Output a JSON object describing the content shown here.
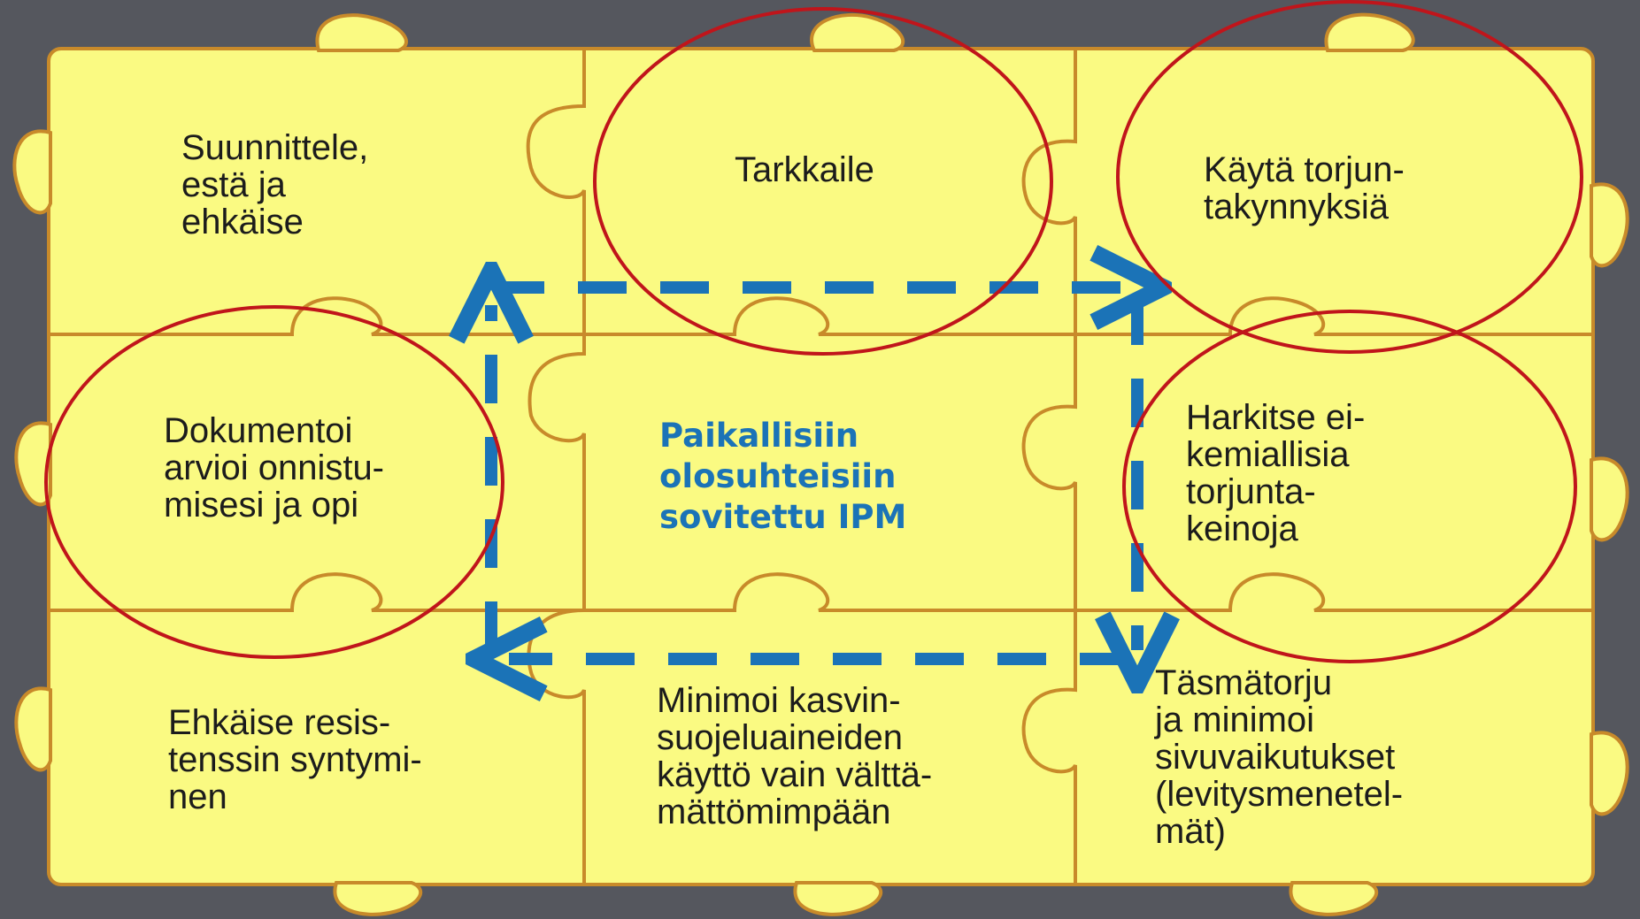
{
  "diagram": {
    "pieces": [
      {
        "id": "plan",
        "lines": [
          "Suunnittele,",
          "estä ja",
          "ehkäise"
        ],
        "circled": false
      },
      {
        "id": "monitor",
        "lines": [
          "Tarkkaile"
        ],
        "circled": true
      },
      {
        "id": "thresholds",
        "lines": [
          "Käytä torjun-",
          "takynnyksiä"
        ],
        "circled": true
      },
      {
        "id": "document",
        "lines": [
          "Dokumentoi",
          "arvioi onnistu-",
          "misesi ja opi"
        ],
        "circled": true
      },
      {
        "id": "center",
        "lines": [
          "Paikallisiin",
          "olosuhteisiin",
          "sovitettu IPM"
        ],
        "circled": false,
        "highlight": true
      },
      {
        "id": "nonchemical",
        "lines": [
          "Harkitse ei-",
          "kemiallisia",
          "torjunta-",
          "keinoja"
        ],
        "circled": true
      },
      {
        "id": "resistance",
        "lines": [
          "Ehkäise resis-",
          "tenssin syntymi-",
          "nen"
        ],
        "circled": false
      },
      {
        "id": "minimize",
        "lines": [
          "Minimoi kasvin-",
          "suojeluaineiden",
          "käyttö vain välttä-",
          "mättömimpään"
        ],
        "circled": false
      },
      {
        "id": "target",
        "lines": [
          "Täsmätorju",
          "ja minimoi",
          "sivuvaikutukset",
          "(levitysmenetel-",
          "mät)"
        ],
        "circled": false
      }
    ],
    "colors": {
      "puzzle_fill": "#fafa82",
      "puzzle_outline": "#c88a2a",
      "arrow": "#1b73b7",
      "circle": "#c0151b",
      "background": "#55575e"
    }
  }
}
